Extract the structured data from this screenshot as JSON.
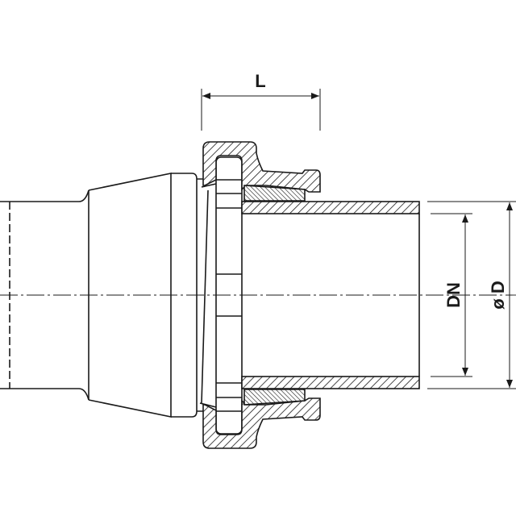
{
  "dimensions": {
    "length_label": "L",
    "nominal_diameter_label": "DN",
    "outer_diameter_label": "ø D"
  },
  "colors": {
    "line": "#1a1a1a",
    "background": "#ffffff"
  }
}
